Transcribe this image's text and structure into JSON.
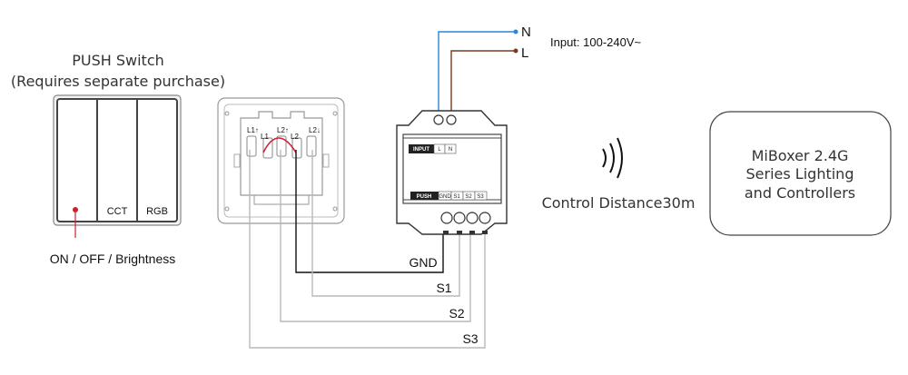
{
  "switch": {
    "title": "PUSH Switch",
    "subtitle": "(Requires separate purchase)",
    "buttons": [
      "",
      "CCT",
      "RGB"
    ],
    "annotation": "ON / OFF / Brightness"
  },
  "wall_plate": {
    "terminals": [
      "L1↑",
      "L1",
      "L2↑",
      "L2",
      "L2↓"
    ]
  },
  "power": {
    "n_label": "N",
    "l_label": "L",
    "input_text": "Input: 100-240V~",
    "n_color": "#2a86d8",
    "l_color": "#7a3a20"
  },
  "controller": {
    "input_tag": "INPUT",
    "input_pins": [
      "L",
      "N"
    ],
    "push_tag": "PUSH",
    "push_pins": [
      "GND",
      "S1",
      "S2",
      "S3"
    ]
  },
  "wires": {
    "gnd": "GND",
    "s1": "S1",
    "s2": "S2",
    "s3": "S3"
  },
  "wireless": {
    "distance_text": "Control Distance30m"
  },
  "target": {
    "line1": "MiBoxer 2.4G",
    "line2": "Series Lighting",
    "line3": "and Controllers"
  },
  "colors": {
    "accent_red": "#cc1f2f",
    "outline": "#444444",
    "light_wire": "#b8b8b8"
  }
}
